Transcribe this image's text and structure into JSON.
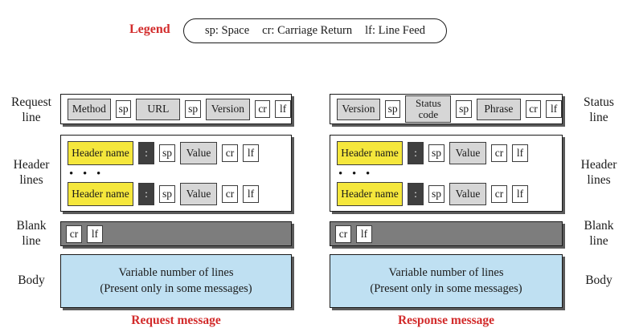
{
  "colors": {
    "accent_red": "#d22b2b",
    "field_gray": "#d6d6d6",
    "header_yellow": "#f5e73c",
    "colon_dark": "#3f3f3f",
    "blank_bar_gray": "#7d7d7d",
    "body_blue": "#bfe0f2"
  },
  "legend": {
    "title": "Legend",
    "items": [
      "sp: Space",
      "cr: Carriage Return",
      "lf: Line Feed"
    ]
  },
  "request": {
    "labels": {
      "line": "Request\nline",
      "headers": "Header\nlines",
      "blank": "Blank\nline",
      "body": "Body"
    },
    "line_tokens": [
      "Method",
      "sp",
      "URL",
      "sp",
      "Version",
      "cr",
      "lf"
    ],
    "header_tokens": [
      "Header name",
      ":",
      "sp",
      "Value",
      "cr",
      "lf"
    ],
    "dots": "• • •",
    "blank_tokens": [
      "cr",
      "lf"
    ],
    "body_text": "Variable number of lines\n(Present only in some messages)",
    "caption": "Request message"
  },
  "response": {
    "labels": {
      "line": "Status\nline",
      "headers": "Header\nlines",
      "blank": "Blank\nline",
      "body": "Body"
    },
    "line_tokens": [
      "Version",
      "sp",
      "Status\ncode",
      "sp",
      "Phrase",
      "cr",
      "lf"
    ],
    "header_tokens": [
      "Header name",
      ":",
      "sp",
      "Value",
      "cr",
      "lf"
    ],
    "dots": "• • •",
    "blank_tokens": [
      "cr",
      "lf"
    ],
    "body_text": "Variable number of lines\n(Present only in some messages)",
    "caption": "Response message"
  }
}
